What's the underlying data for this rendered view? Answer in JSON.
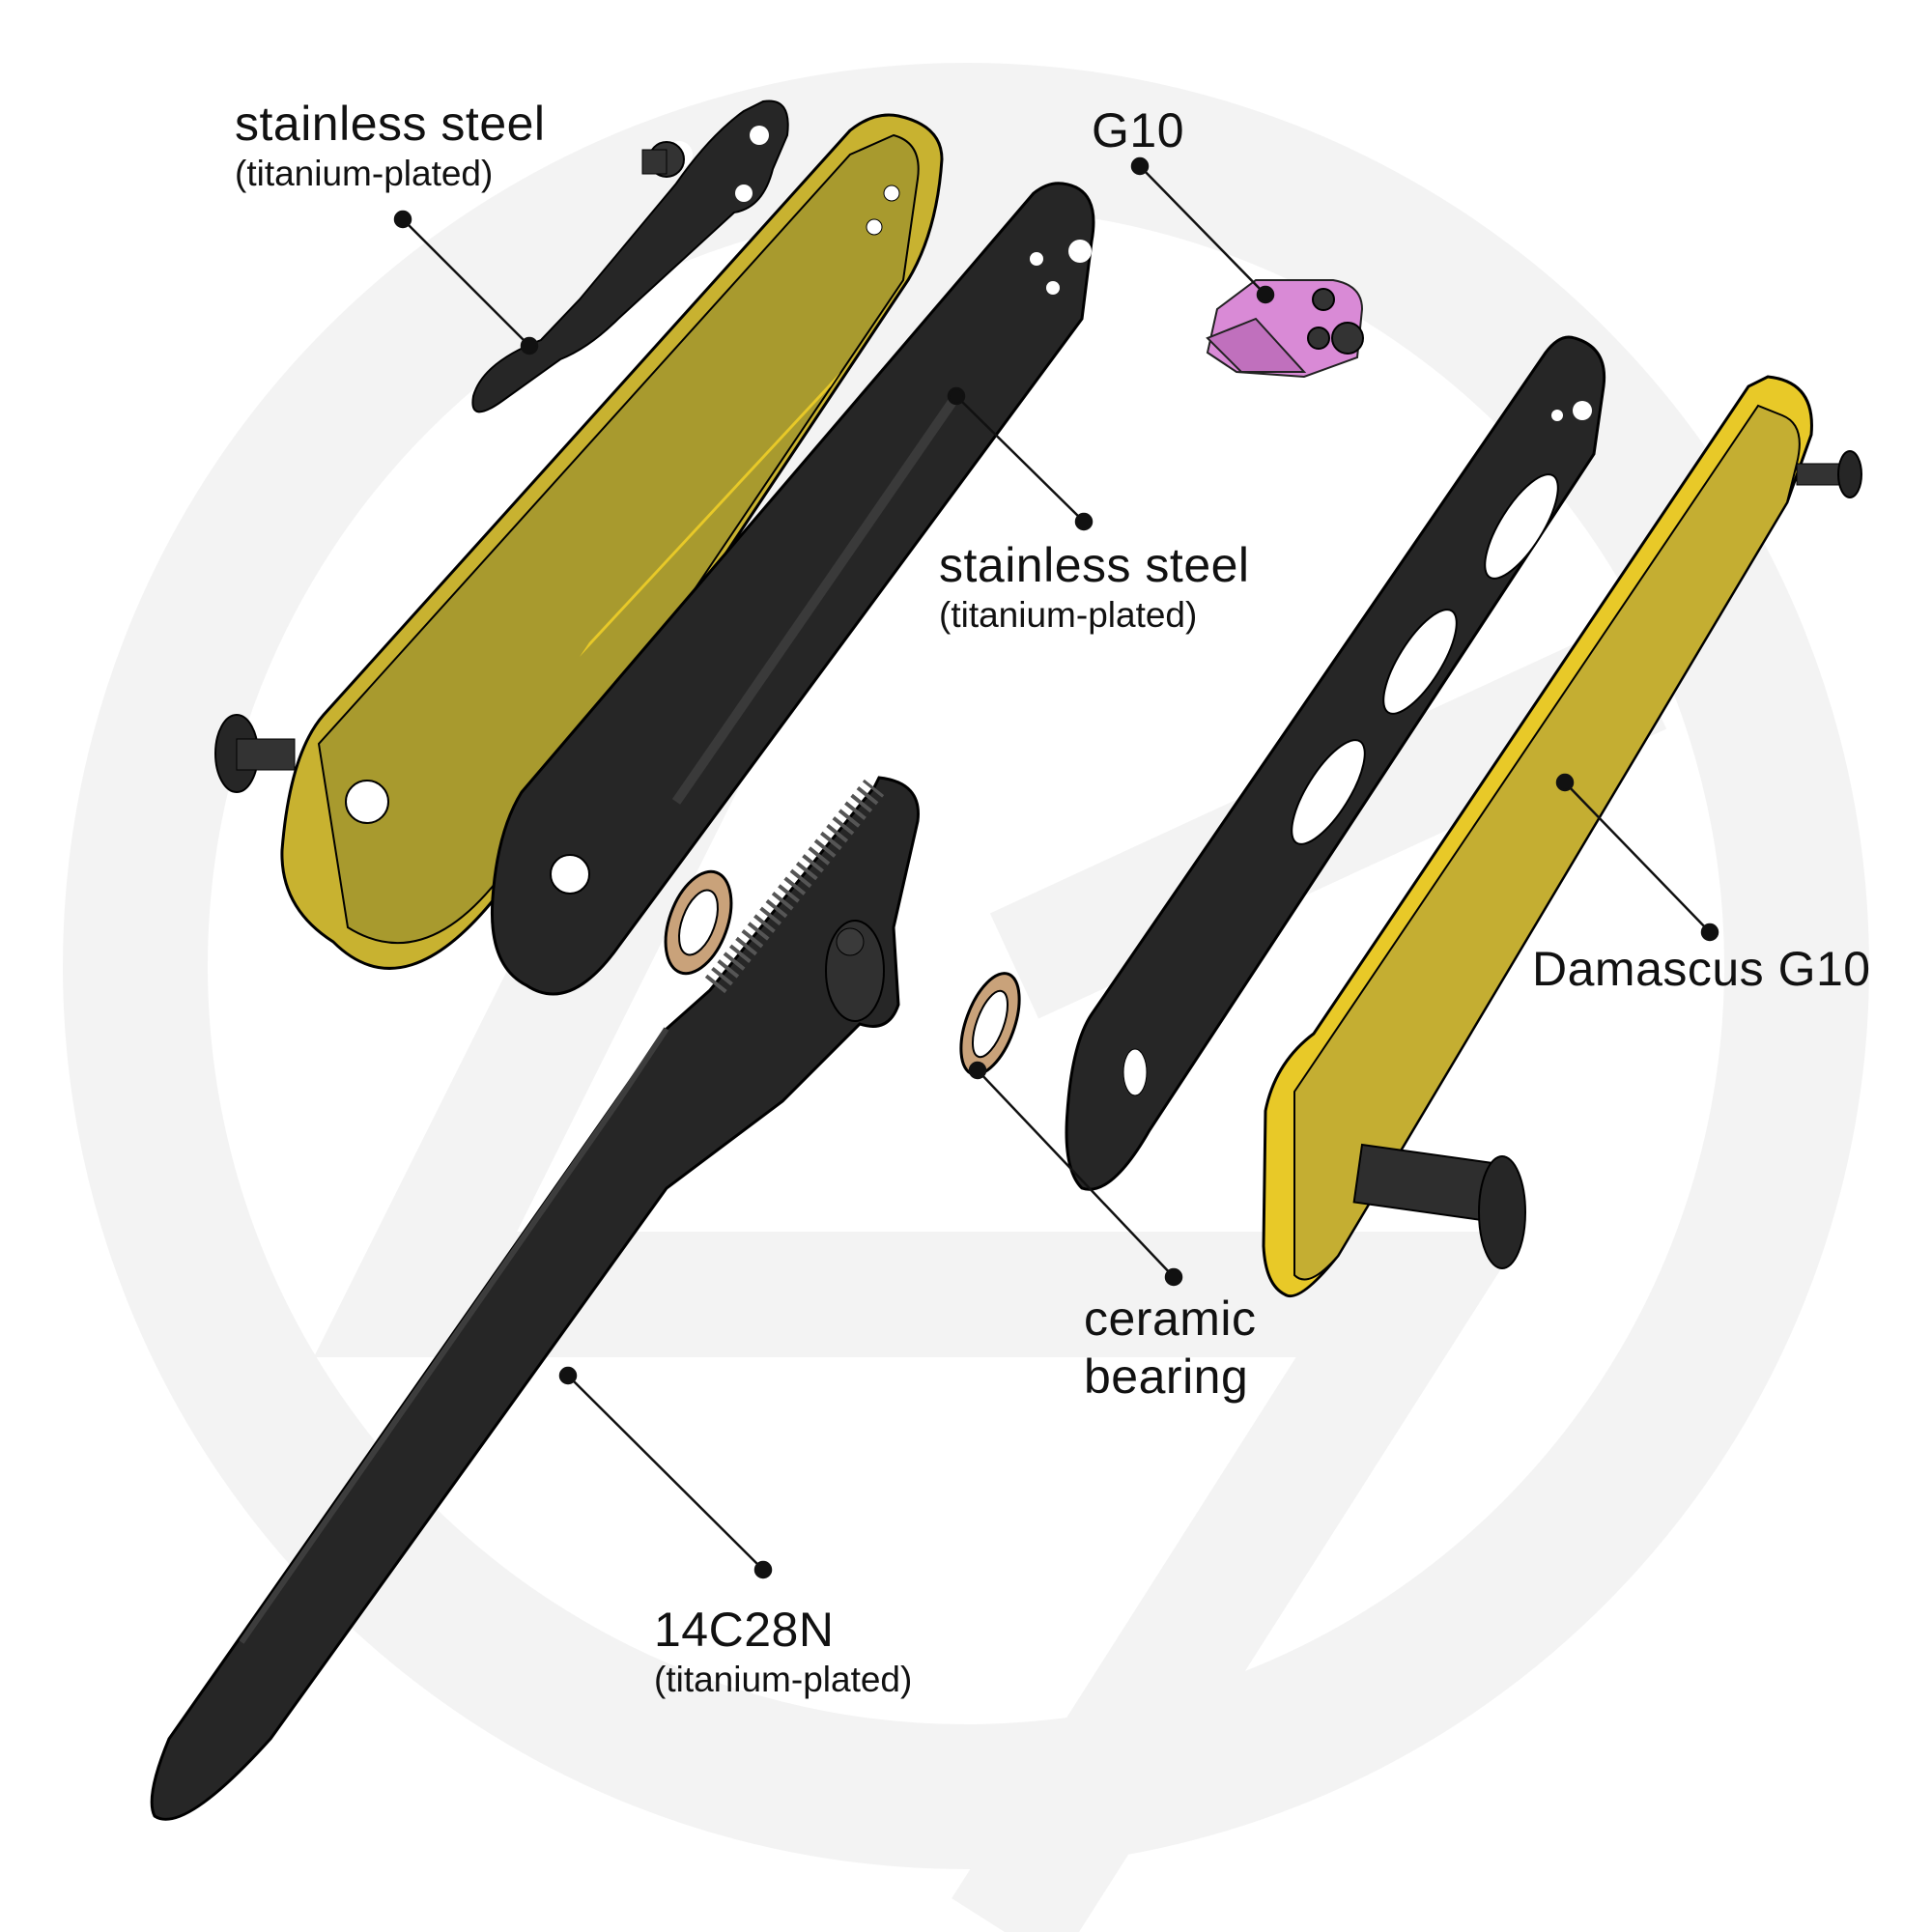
{
  "diagram": {
    "type": "exploded-view",
    "subject": "folding knife",
    "colors": {
      "background": "#ffffff",
      "watermark": "#f2f2f2",
      "black_part": "#262626",
      "yellow_handle": "#e8c928",
      "yellow_handle_shade": "#a89a2e",
      "g10_spacer": "#d98ad6",
      "bearing": "#c9a27a",
      "leader_line": "#111111"
    },
    "callouts": [
      {
        "id": "clip",
        "main": "stainless steel",
        "sub": "(titanium-plated)"
      },
      {
        "id": "liner",
        "main": "stainless steel",
        "sub": "(titanium-plated)"
      },
      {
        "id": "backspacer",
        "main": "G10"
      },
      {
        "id": "scale",
        "main": "Damascus G10"
      },
      {
        "id": "bearing",
        "line1": "ceramic",
        "line2": "bearing"
      },
      {
        "id": "blade",
        "main": "14C28N",
        "sub": "(titanium-plated)"
      }
    ]
  }
}
